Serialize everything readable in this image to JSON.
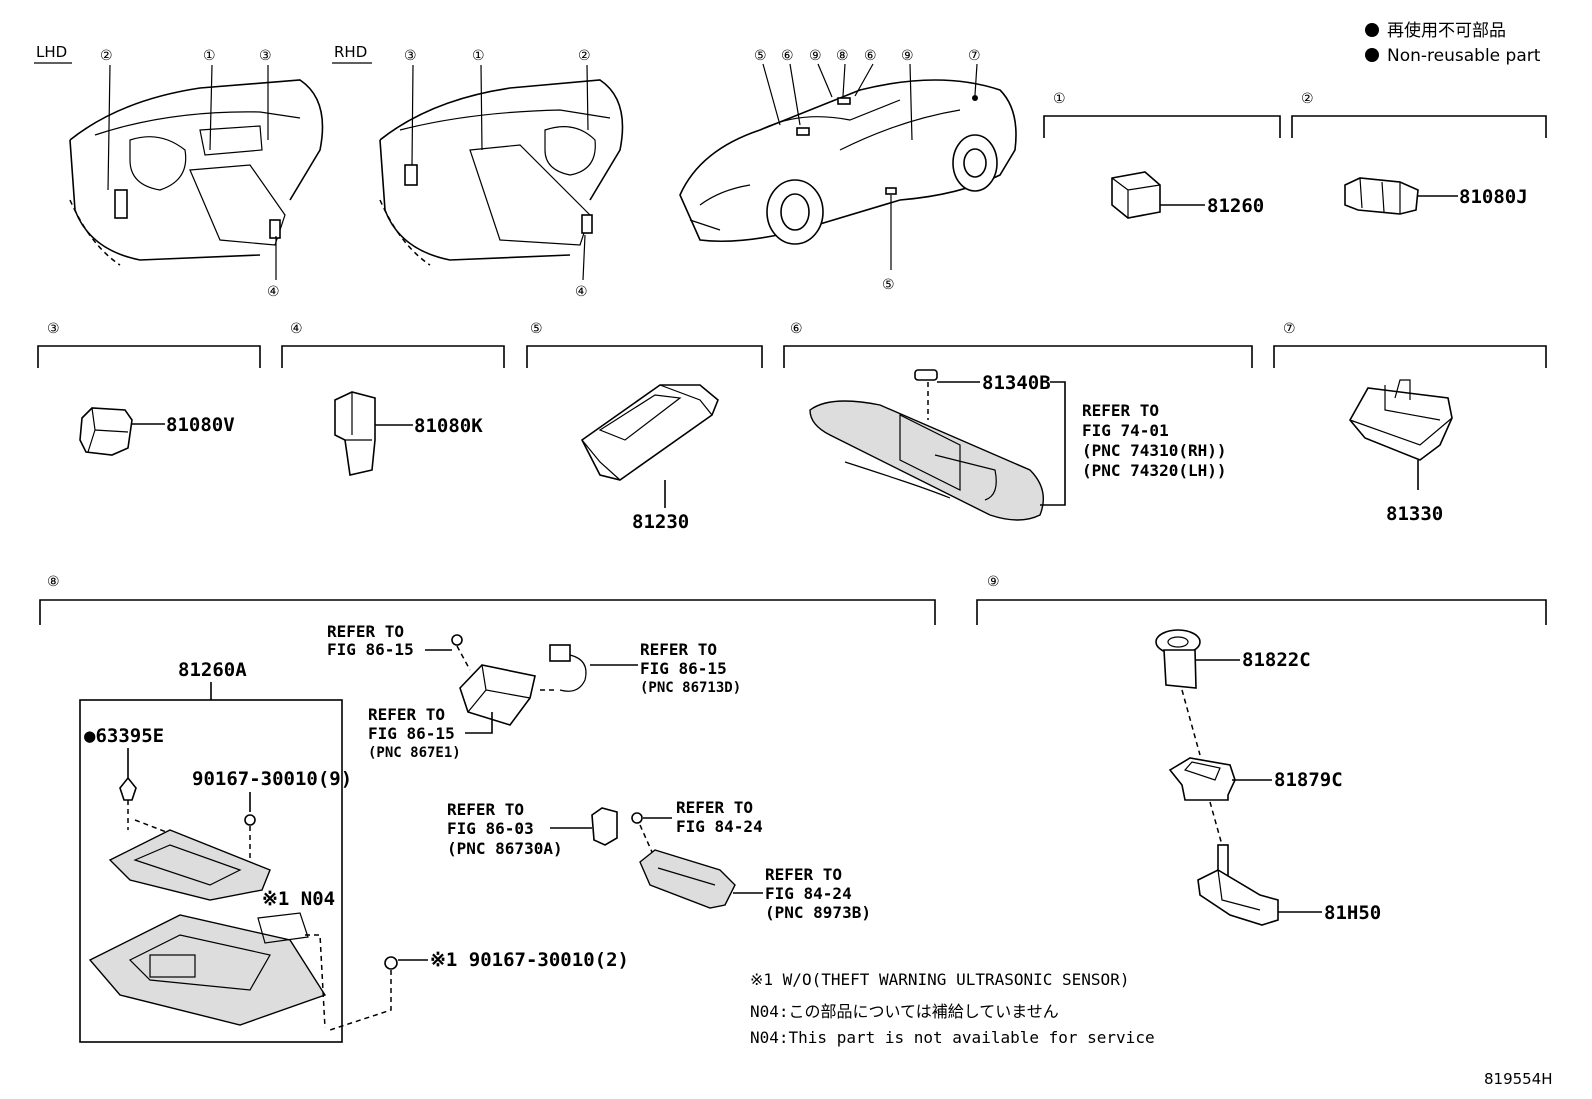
{
  "legend": {
    "jp": "再使用不可部品",
    "en": "Non-reusable part"
  },
  "overview": {
    "lhd": "LHD",
    "rhd": "RHD",
    "lhd_callouts": [
      "②",
      "①",
      "③",
      "④"
    ],
    "rhd_callouts": [
      "③",
      "①",
      "②",
      "④"
    ],
    "car_callouts": [
      "⑤",
      "⑥",
      "⑨",
      "⑧",
      "⑥",
      "⑨",
      "⑦",
      "⑤"
    ]
  },
  "groups": [
    {
      "num": "①",
      "parts": [
        "81260"
      ]
    },
    {
      "num": "②",
      "parts": [
        "81080J"
      ]
    },
    {
      "num": "③",
      "parts": [
        "81080V"
      ]
    },
    {
      "num": "④",
      "parts": [
        "81080K"
      ]
    },
    {
      "num": "⑤",
      "parts": [
        "81230"
      ]
    },
    {
      "num": "⑥",
      "parts": [
        "81340B"
      ],
      "refer": [
        "REFER TO",
        "FIG 74-01",
        "(PNC 74310(RH))",
        "(PNC 74320(LH))"
      ]
    },
    {
      "num": "⑦",
      "parts": [
        "81330"
      ]
    },
    {
      "num": "⑧",
      "parts": [
        "81260A",
        "●63395E",
        "90167-30010(9)",
        "※1 N04",
        "※1 90167-30010(2)"
      ]
    },
    {
      "num": "⑨",
      "parts": [
        "81822C",
        "81879C",
        "81H50"
      ]
    }
  ],
  "refs8": {
    "r1": [
      "REFER TO",
      "FIG 86-15"
    ],
    "r2": [
      "REFER TO",
      "FIG 86-15",
      "(PNC 86713D)"
    ],
    "r3": [
      "REFER TO",
      "FIG 86-15",
      "(PNC 867E1)"
    ],
    "r4": [
      "REFER TO",
      "FIG 86-03",
      "(PNC 86730A)"
    ],
    "r5": [
      "REFER TO",
      "FIG 84-24"
    ],
    "r6": [
      "REFER TO",
      "FIG 84-24",
      "(PNC 8973B)"
    ]
  },
  "notes": {
    "n1": "※1 W/O(THEFT WARNING ULTRASONIC SENSOR)",
    "n2": "N04:この部品については補給していません",
    "n3": "N04:This part is not available for service"
  },
  "figure_id": "819554H"
}
